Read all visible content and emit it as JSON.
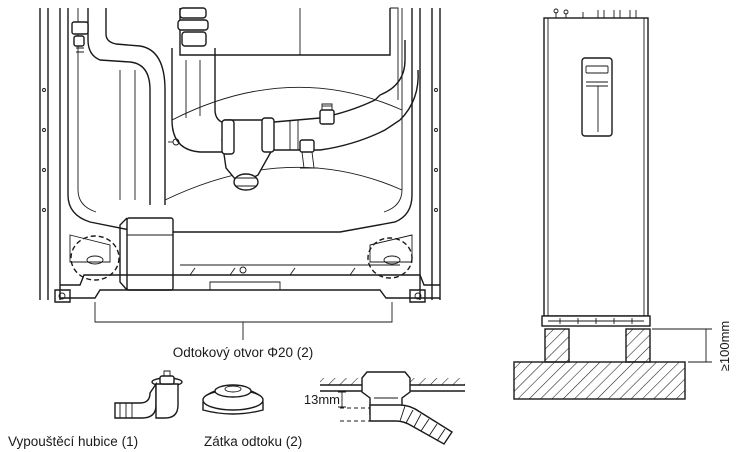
{
  "labels": {
    "drain_hole": "Odtokový otvor Φ20 (2)",
    "drain_spout": "Vypouštěcí hubice (1)",
    "drain_plug": "Zátka odtoku (2)",
    "gap_13mm": "13mm",
    "clearance": "≥100mm"
  },
  "colors": {
    "line": "#1a1a1a",
    "background": "#ffffff"
  },
  "icons": {
    "drain_spout": "elbow-spout-icon",
    "drain_plug": "drain-plug-icon"
  }
}
